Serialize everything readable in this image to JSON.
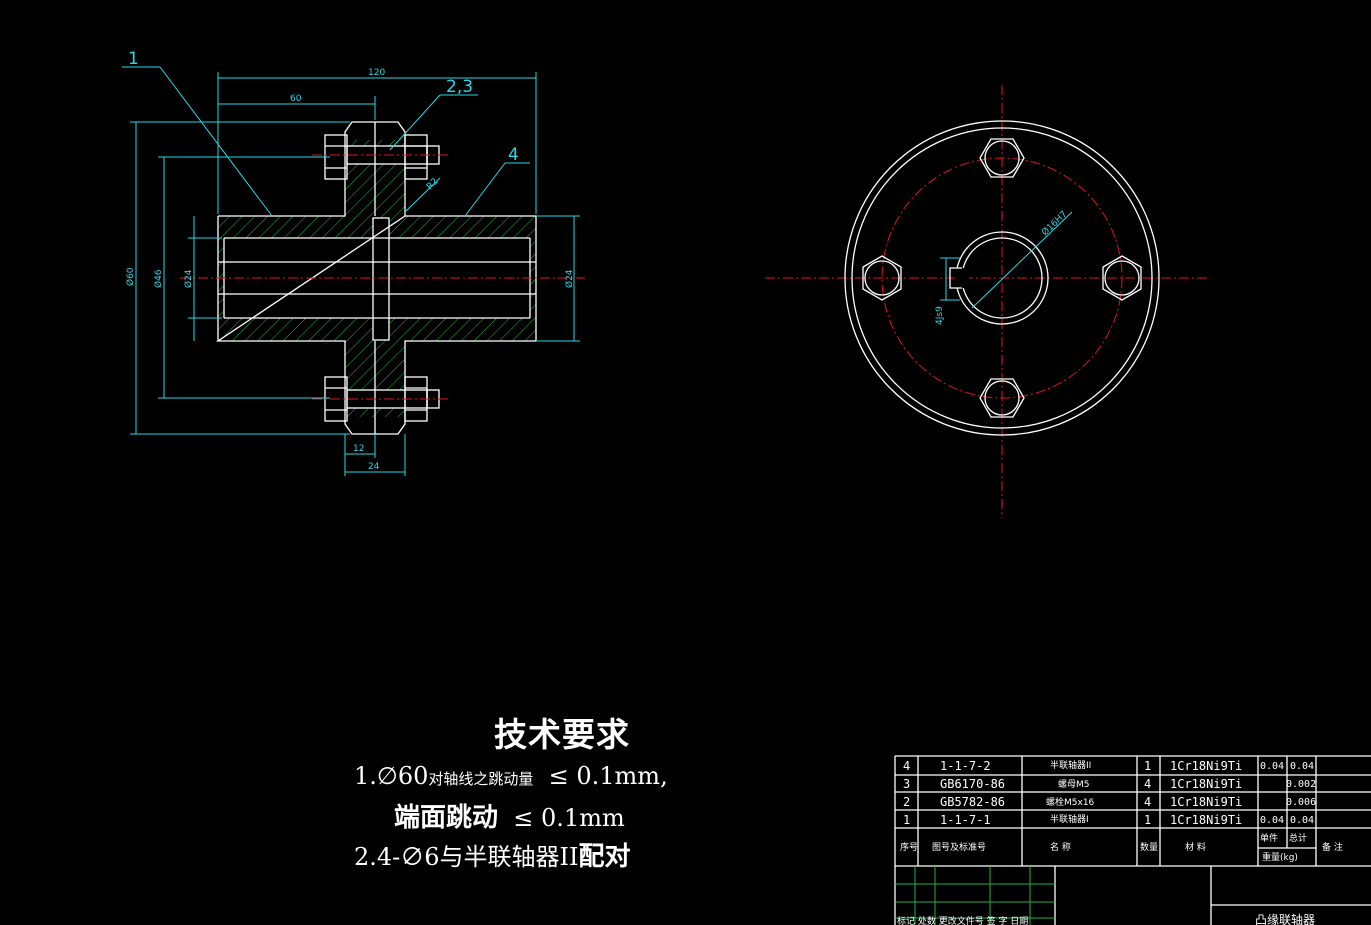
{
  "leaders": {
    "part1": "1",
    "part23": "2,3",
    "part4": "4"
  },
  "dims": {
    "len_total": "120",
    "len_half": "60",
    "dia_flange": "Ø60",
    "dia_bolt": "Ø46",
    "dia_bore_left": "Ø24",
    "dia_bore_right": "Ø24",
    "flange_12": "12",
    "flange_24": "24",
    "chamfer": "R2",
    "bore_fit": "Ø16H7",
    "keyway": "4Js9"
  },
  "requirements": {
    "title": "技术要求",
    "line1_num": "1.",
    "line1_dia": "∅60",
    "line1_small": "对轴线之跳动量",
    "line1_tol": "≤ 0.1mm,",
    "line2_bold": "端面跳动",
    "line2_tol": "≤ 0.1mm",
    "line3_a": "2.4-∅6与半联轴器II",
    "line3_bold": "配对"
  },
  "bom": {
    "rows": [
      {
        "no": "4",
        "code": "1-1-7-2",
        "name": "半联轴器II",
        "qty": "1",
        "material": "1Cr18Ni9Ti",
        "unit_wt": "0.04",
        "total_wt": "0.04"
      },
      {
        "no": "3",
        "code": "GB6170-86",
        "name": "螺母M5",
        "qty": "4",
        "material": "1Cr18Ni9Ti",
        "unit_wt": "",
        "total_wt": "0.002"
      },
      {
        "no": "2",
        "code": "GB5782-86",
        "name": "螺栓M5x16",
        "qty": "4",
        "material": "1Cr18Ni9Ti",
        "unit_wt": "",
        "total_wt": "0.006"
      },
      {
        "no": "1",
        "code": "1-1-7-1",
        "name": "半联轴器I",
        "qty": "1",
        "material": "1Cr18Ni9Ti",
        "unit_wt": "0.04",
        "total_wt": "0.04"
      }
    ],
    "header": {
      "no": "序号",
      "code": "图号及标准号",
      "name": "名    称",
      "qty": "数量",
      "material": "材    料",
      "unit": "单件",
      "total": "总计",
      "weight": "重量(kg)",
      "remark": "备  注"
    },
    "title_block": {
      "row_labels": "标记 处数  更改文件号  签 字  日期",
      "drawing_name": "凸缘联轴器"
    }
  },
  "colors": {
    "background": "#000000",
    "dimension": "#29d8e6",
    "outline": "#ffffff",
    "hatch": "#22b14c",
    "centerline": "#e0141e"
  }
}
